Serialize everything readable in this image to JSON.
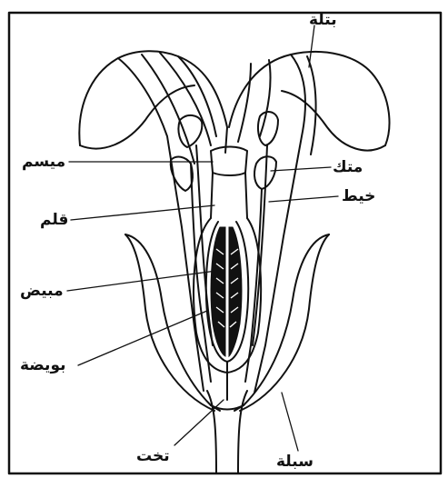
{
  "labels": {
    "petal": "بتلة",
    "stigma": "ميسم",
    "anther": "متك",
    "filament": "خيط",
    "style": "قلم",
    "ovary": "مبيض",
    "ovule": "بويضة",
    "receptacle": "تخت",
    "sepal": "سبلة"
  },
  "colors": {
    "ink": "#111111",
    "paper": "#ffffff"
  }
}
